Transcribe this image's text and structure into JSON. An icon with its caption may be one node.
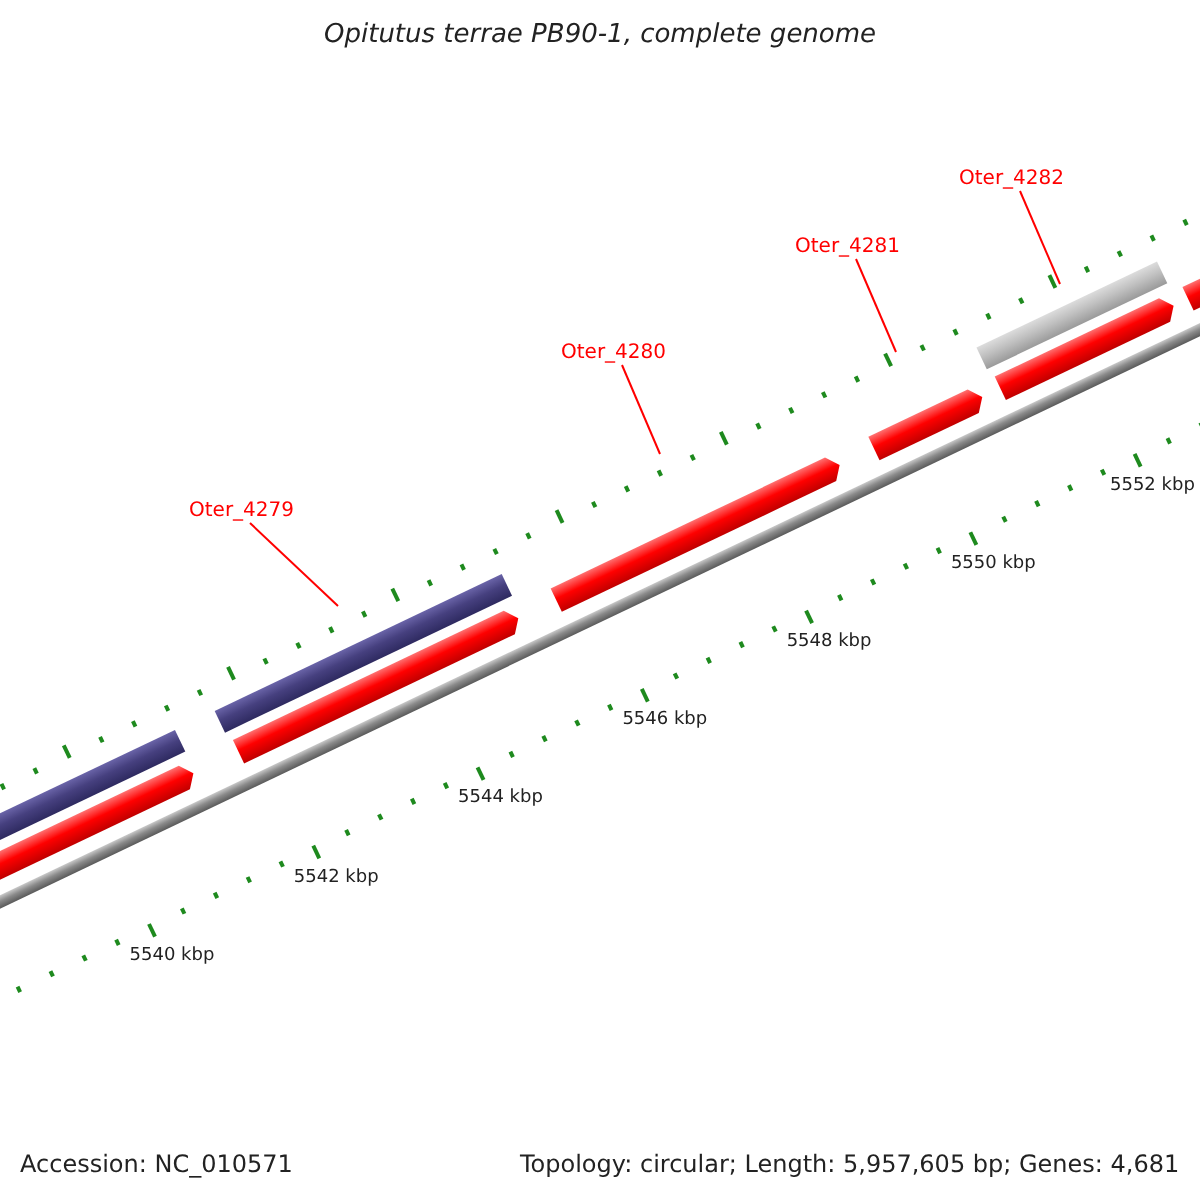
{
  "diagram": {
    "title": "Opitutus terrae PB90-1, complete genome",
    "nodes": [
      {
        "text": [
          "Oter_4279"
        ]
      },
      {
        "text": [
          "Oter_4280"
        ]
      },
      {
        "text": [
          "Oter_4281"
        ]
      },
      {
        "text": [
          "Oter_4282"
        ]
      }
    ],
    "edges": [
      {
        "from": 0,
        "to": null,
        "arrow": "none"
      },
      {
        "from": 1,
        "to": null,
        "arrow": "none"
      },
      {
        "from": 2,
        "to": null,
        "arrow": "none"
      },
      {
        "from": 3,
        "to": null,
        "arrow": "none"
      }
    ],
    "labels": [
      "5552 kbp",
      "5550 kbp",
      "5548 kbp",
      "5546 kbp",
      "5544 kbp",
      "5542 kbp",
      "5540 kbp",
      "Accession: NC_010571",
      "Topology: circular; Length: 5,957,605 bp; Genes: 4,681"
    ]
  }
}
